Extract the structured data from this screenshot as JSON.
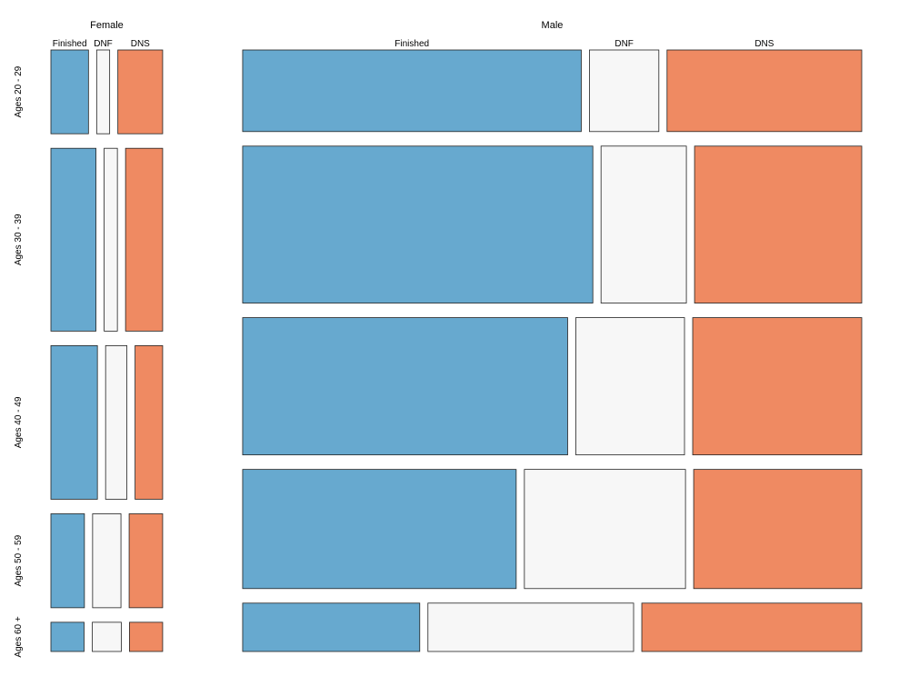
{
  "chart_data": {
    "type": "mosaic",
    "row_variable_labels": [
      "Ages 20 - 29",
      "Ages 30 - 39",
      "Ages 40 - 49",
      "Ages 50 - 59",
      "Ages 60 +"
    ],
    "groups": [
      {
        "name": "Female",
        "categories": [
          "Finished",
          "DNF",
          "DNS"
        ],
        "counts": [
          [
            26,
            9,
            31
          ],
          [
            68,
            20,
            56
          ],
          [
            59,
            27,
            35
          ],
          [
            26,
            22,
            26
          ],
          [
            8,
            7,
            8
          ]
        ]
      },
      {
        "name": "Male",
        "categories": [
          "Finished",
          "DNF",
          "DNS"
        ],
        "counts": [
          [
            200,
            41,
            115
          ],
          [
            398,
            97,
            190
          ],
          [
            323,
            108,
            168
          ],
          [
            236,
            139,
            145
          ],
          [
            62,
            72,
            77
          ]
        ]
      }
    ],
    "colors": {
      "Finished": "#67a9cf",
      "DNF": "#f7f7f7",
      "DNS": "#ef8a62"
    }
  }
}
